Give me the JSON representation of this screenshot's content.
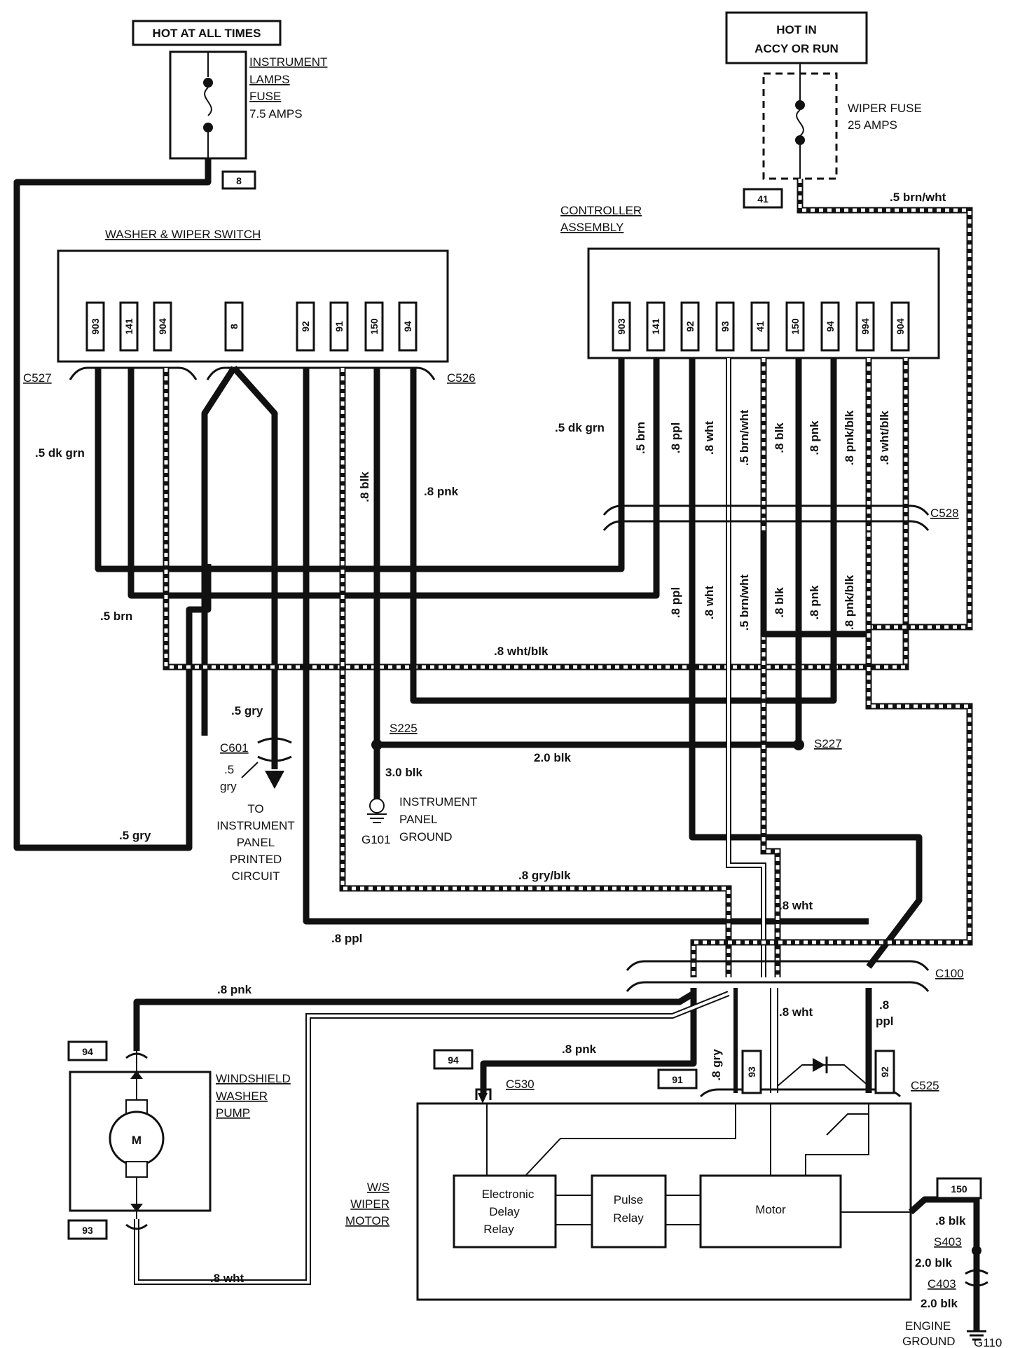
{
  "sources": {
    "hot_at_all_times": "HOT AT ALL TIMES",
    "hot_in_accy_run_line1": "HOT IN",
    "hot_in_accy_run_line2": "ACCY OR RUN"
  },
  "fuses": {
    "instrument_lamps": [
      "INSTRUMENT",
      "LAMPS",
      "FUSE",
      "7.5 AMPS"
    ],
    "instrument_circuit": "8",
    "wiper": [
      "WIPER FUSE",
      "25 AMPS"
    ],
    "wiper_circuit": "41"
  },
  "components": {
    "washer_wiper_switch": "WASHER & WIPER SWITCH",
    "controller_line1": "CONTROLLER",
    "controller_line2": "ASSEMBLY",
    "washer_pump": [
      "WINDSHIELD",
      "WASHER",
      "PUMP"
    ],
    "pump_motor_symbol": "M",
    "wiper_motor": [
      "W/S",
      "WIPER",
      "MOTOR"
    ],
    "electronic_delay_relay": [
      "Electronic",
      "Delay",
      "Relay"
    ],
    "pulse_relay": [
      "Pulse",
      "Relay"
    ],
    "motor": "Motor",
    "instrument_panel_ground": [
      "INSTRUMENT",
      "PANEL",
      "GROUND"
    ],
    "to_instrument_panel": [
      "TO",
      "INSTRUMENT",
      "PANEL",
      "PRINTED",
      "CIRCUIT"
    ],
    "engine_ground": [
      "ENGINE",
      "GROUND"
    ]
  },
  "switch_pins_left": [
    "903",
    "141",
    "904"
  ],
  "switch_pin_center": "8",
  "switch_pins_right": [
    "92",
    "91",
    "150",
    "94"
  ],
  "controller_pins": [
    "903",
    "141",
    "92",
    "93",
    "41",
    "150",
    "94",
    "994",
    "904"
  ],
  "connectors": {
    "c527": "C527",
    "c526": "C526",
    "c528": "C528",
    "c601": "C601",
    "c100": "C100",
    "c530": "C530",
    "c525": "C525",
    "c403": "C403",
    "s225": "S225",
    "s227": "S227",
    "s403": "S403",
    "g101": "G101",
    "g110": "G110"
  },
  "wire_labels": {
    "brn_wht_top": ".5 brn/wht",
    "dkgrn_left": ".5 dk grn",
    "dkgrn_right": ".5 dk grn",
    "brn_left": ".5 brn",
    "blk_8": ".8 blk",
    "pnk_8": ".8 pnk",
    "wht_blk": ".8 wht/blk",
    "gry_5": ".5 gry",
    "gry_5_bottom": ".5 gry",
    "c601_gry_a": ".5",
    "c601_gry_b": "gry",
    "blk_2_0": "2.0 blk",
    "blk_3_0": "3.0 blk",
    "gry_blk": ".8 gry/blk",
    "wht_8_mid": ".8 wht",
    "ppl_8_left": ".8 ppl",
    "pnk_8_pump": ".8 pnk",
    "pnk_8_c530": ".8 pnk",
    "wht_8_pump": ".8 wht",
    "gry_8_c525": ".8 gry",
    "wht_8_c525": ".8 wht",
    "ppl_8_c525_a": ".8",
    "ppl_8_c525_b": "ppl",
    "blk_8_g110": ".8 blk",
    "blk_2_0_g110_a": "2.0 blk",
    "blk_2_0_g110_b": "2.0 blk"
  },
  "controller_wire_labels_top": [
    ".5 brn",
    ".8 ppl",
    ".8 wht",
    ".5 brn/wht",
    ".8 blk",
    ".8 pnk",
    ".8 pnk/blk",
    ".8 wht/blk"
  ],
  "controller_wire_labels_bottom": [
    ".8 ppl",
    ".8 wht",
    ".5 brn/wht",
    ".8 blk",
    ".8 pnk",
    ".8 pnk/blk"
  ],
  "circuit_tags": {
    "pump_top": "94",
    "pump_bottom": "93",
    "c530_in": "94",
    "c525_91": "91",
    "c525_93": "93",
    "c525_92": "92",
    "g110_150": "150"
  }
}
